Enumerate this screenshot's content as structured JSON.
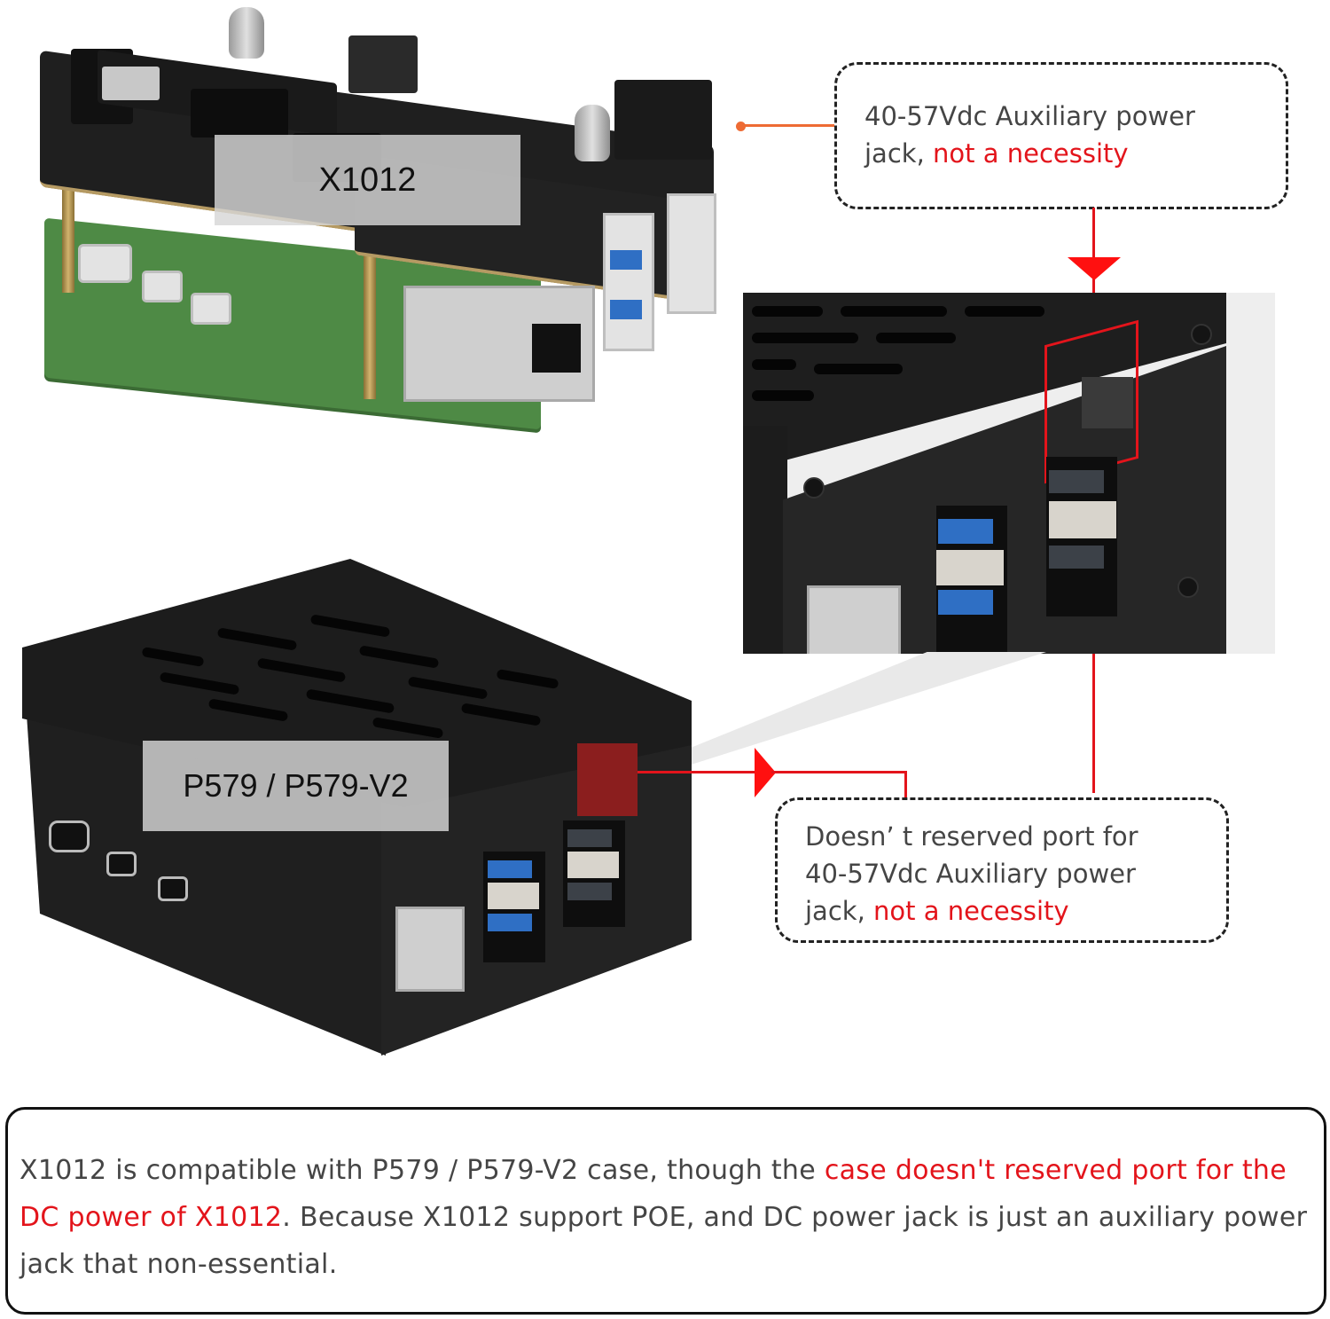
{
  "labels": {
    "board": "X1012",
    "case": "P579 / P579-V2"
  },
  "callout_top": {
    "line1": "40-57Vdc Auxiliary power",
    "line2_prefix": "jack, ",
    "line2_highlight": "not a necessity"
  },
  "callout_bottom": {
    "line1": "Doesn’ t reserved port for",
    "line2": "40-57Vdc Auxiliary power",
    "line3_prefix": "jack, ",
    "line3_highlight": "not a necessity"
  },
  "note": {
    "part1": "X1012 is compatible with P579 / P579-V2 case, though the ",
    "highlight": "case doesn't reserved port for the DC power of X1012",
    "part2": ". Because X1012 support POE, and DC power jack is just an auxiliary power jack that non-essential."
  },
  "colors": {
    "highlight_red": "#e3141b",
    "connector_orange": "#ee6b34",
    "arrow_red": "#ff1010",
    "text_gray": "#454545",
    "case_black": "#1f1f1f",
    "pcb_green": "#4e8a45"
  }
}
